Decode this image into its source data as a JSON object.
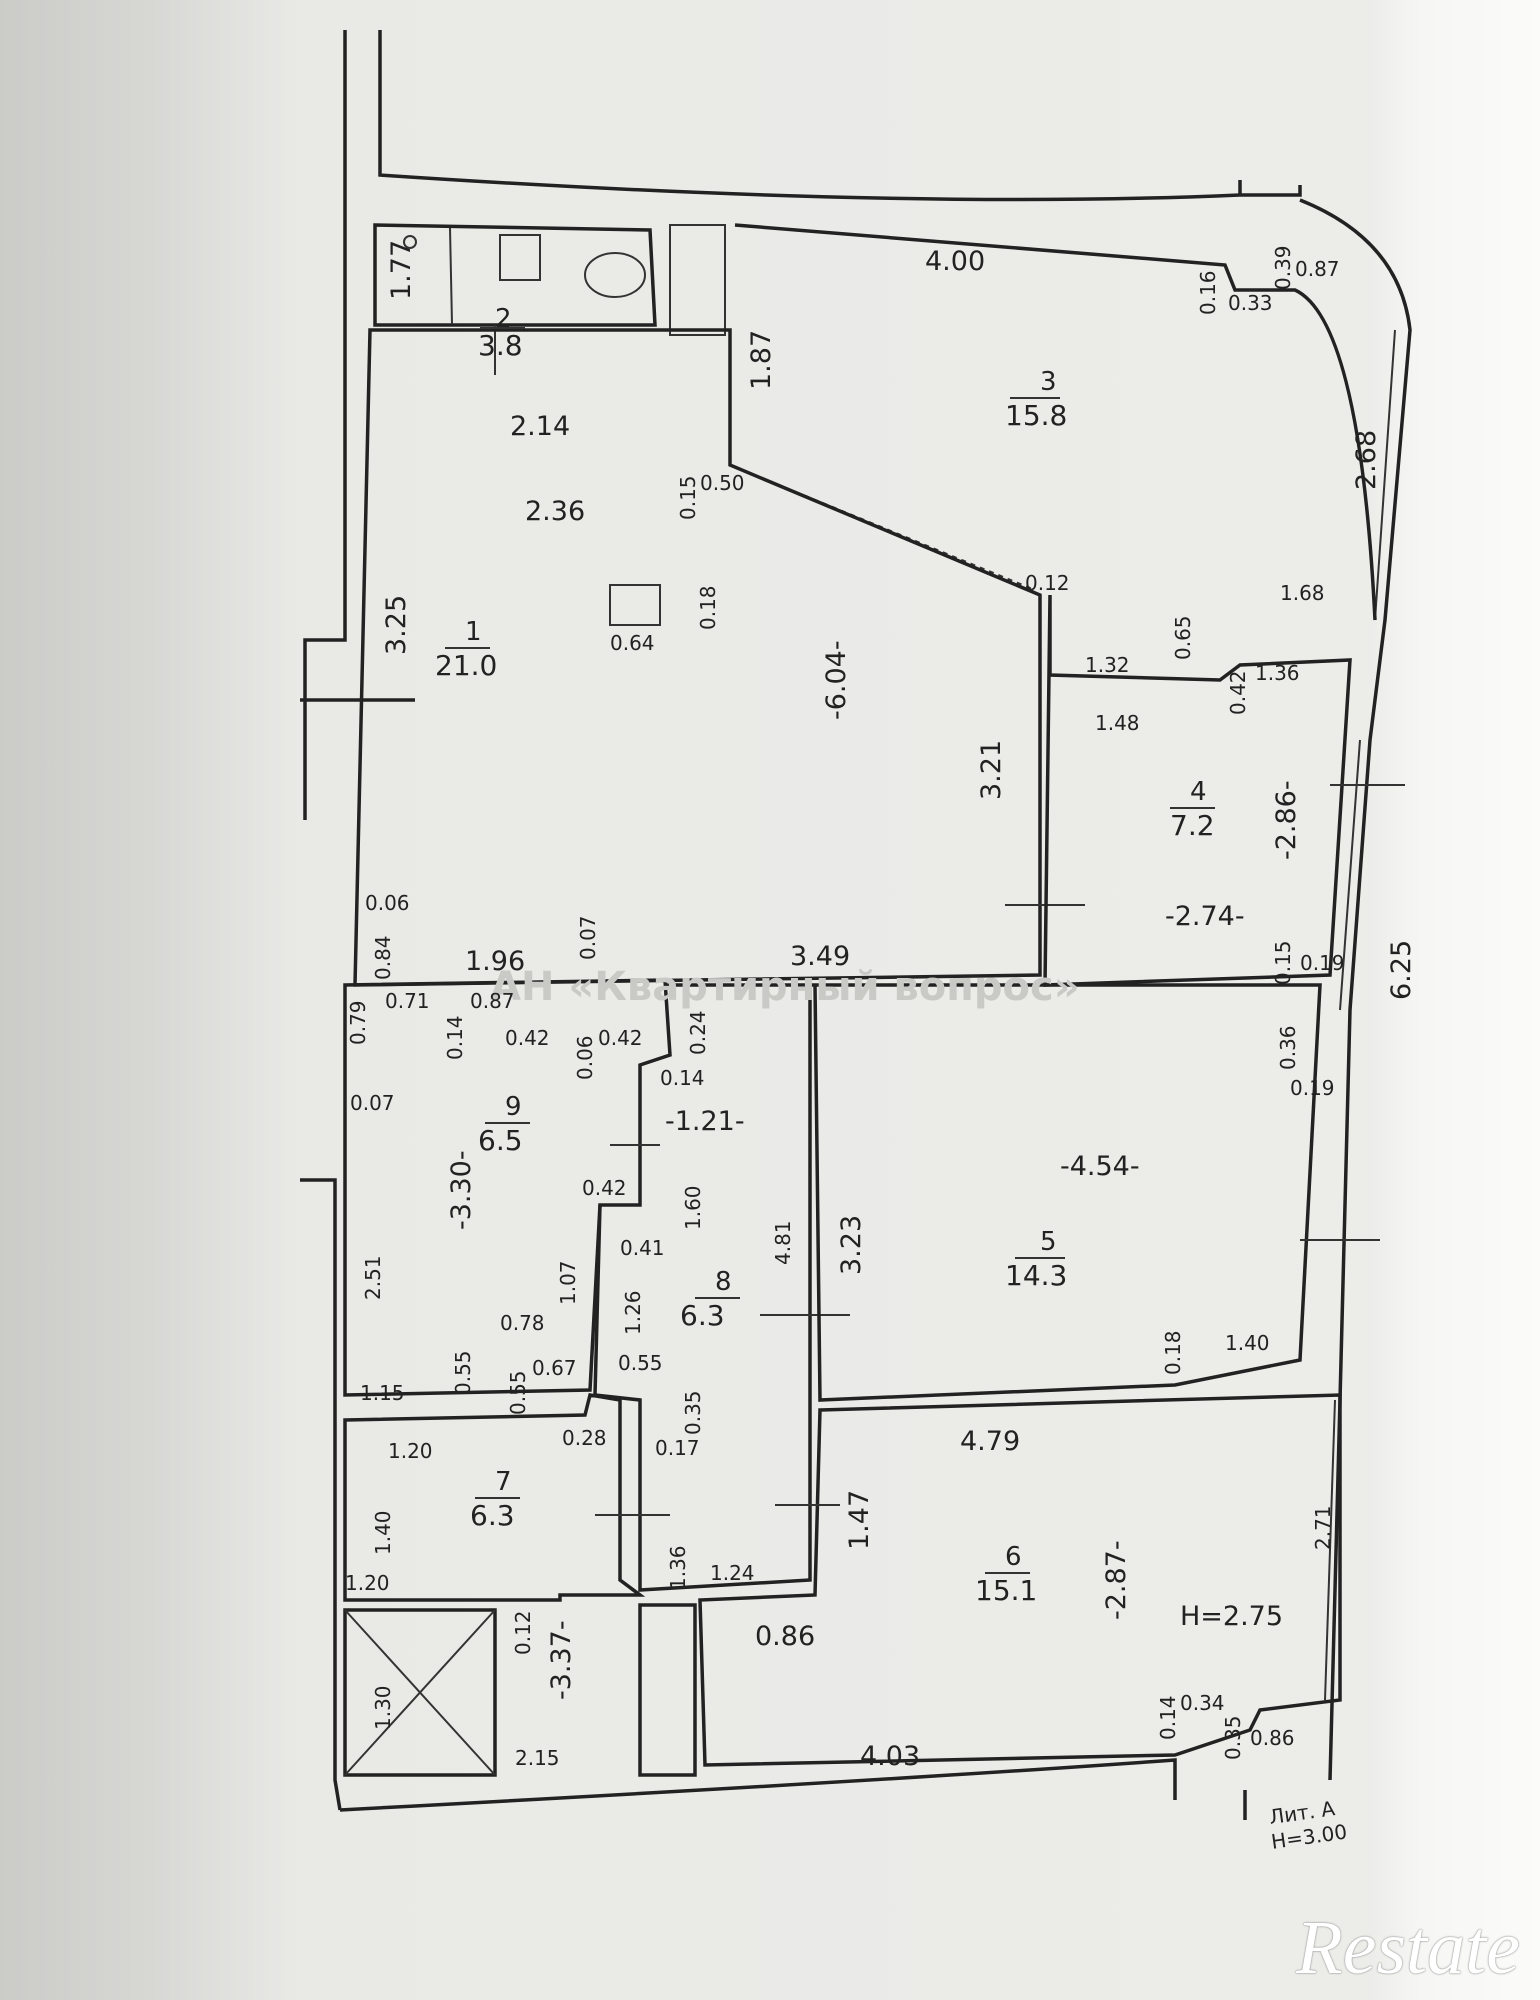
{
  "watermark": "АН «Квартирный вопрос»",
  "logo": "Restate",
  "height_room": "H=2.75",
  "height_building": "H=3.00",
  "litera": "Лит. А",
  "rooms": [
    {
      "num": "1",
      "area": "21.0"
    },
    {
      "num": "2",
      "area": "3.8"
    },
    {
      "num": "3",
      "area": "15.8"
    },
    {
      "num": "4",
      "area": "7.2"
    },
    {
      "num": "5",
      "area": "14.3"
    },
    {
      "num": "6",
      "area": "15.1"
    },
    {
      "num": "7",
      "area": "6.3"
    },
    {
      "num": "8",
      "area": "6.3"
    },
    {
      "num": "9",
      "area": "6.5"
    }
  ],
  "dims": [
    "1.77",
    "2.14",
    "2.36",
    "1.87",
    "4.00",
    "0.16",
    "0.33",
    "0.39",
    "0.87",
    "2.68",
    "0.15",
    "0.50",
    "3.25",
    "0.64",
    "0.18",
    "-6.04-",
    "0.12",
    "1.68",
    "0.65",
    "1.32",
    "0.42",
    "1.36",
    "1.48",
    "3.21",
    "-2.86-",
    "-2.74-",
    "0.06",
    "0.84",
    "1.96",
    "0.07",
    "3.49",
    "0.15",
    "0.19",
    "6.25",
    "0.79",
    "0.71",
    "0.87",
    "0.14",
    "0.42",
    "0.06",
    "0.42",
    "0.24",
    "0.36",
    "0.07",
    "0.14",
    "-1.21-",
    "0.19",
    "-3.30-",
    "-4.54-",
    "0.42",
    "1.60",
    "4.81",
    "3.23",
    "2.51",
    "0.41",
    "1.07",
    "1.26",
    "0.78",
    "0.55",
    "0.55",
    "0.18",
    "1.40",
    "1.15",
    "0.55",
    "0.67",
    "0.35",
    "0.28",
    "0.17",
    "4.79",
    "1.20",
    "2.71",
    "1.40",
    "1.47",
    "-2.87-",
    "1.20",
    "1.36",
    "1.24",
    "0.12",
    "-3.37-",
    "0.86",
    "1.30",
    "0.14",
    "0.34",
    "0.35",
    "0.86",
    "2.15",
    "4.03"
  ]
}
